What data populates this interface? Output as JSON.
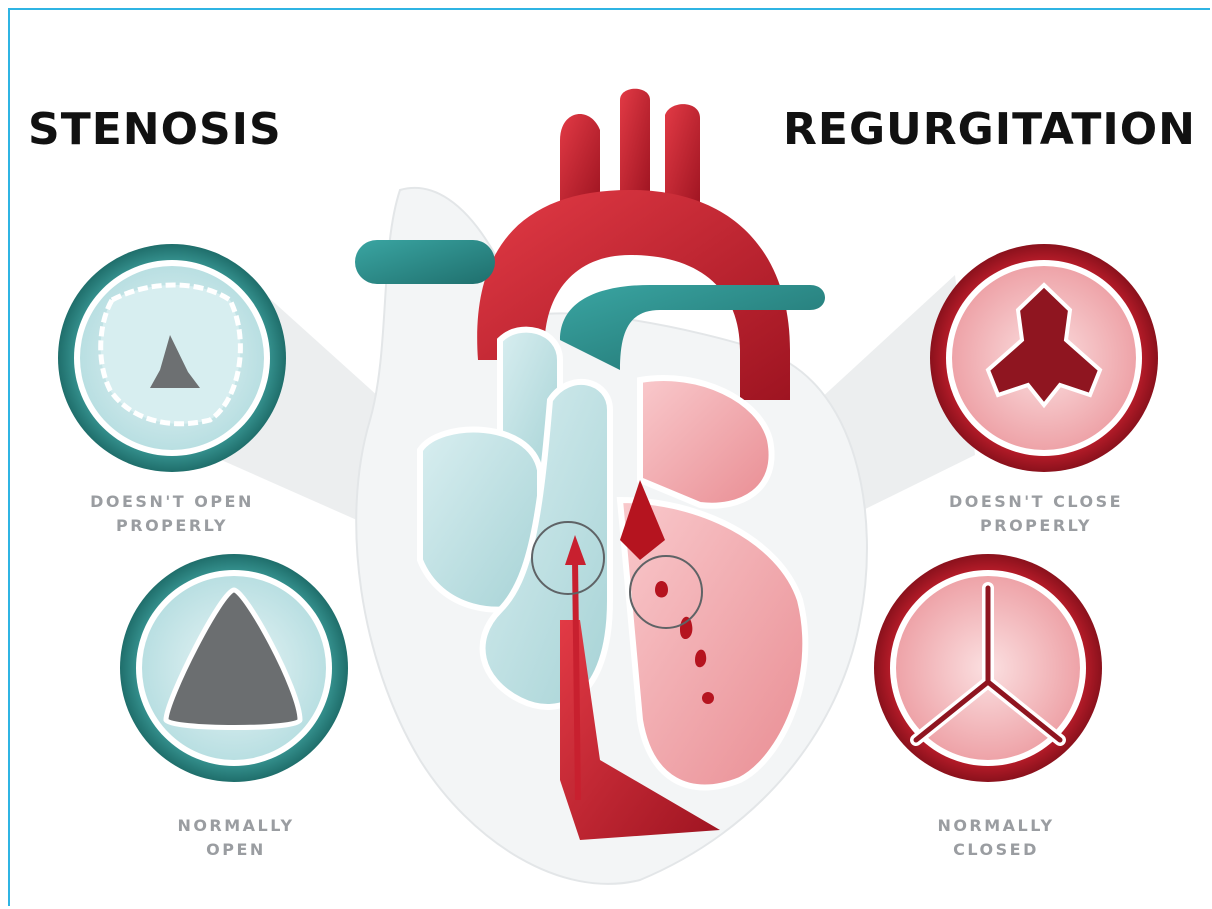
{
  "titles": {
    "left": "STENOSIS",
    "right": "REGURGITATION"
  },
  "captions": {
    "stenosis": {
      "line1": "DOESN'T OPEN",
      "line2": "PROPERLY"
    },
    "normally_open": {
      "line1": "NORMALLY",
      "line2": "OPEN"
    },
    "regurgitation": {
      "line1": "DOESN'T CLOSE",
      "line2": "PROPERLY"
    },
    "normally_closed": {
      "line1": "NORMALLY",
      "line2": "CLOSED"
    }
  },
  "colors": {
    "border": "#2fb4e3",
    "teal": "#2e8f8c",
    "teal_light": "#cfe9ea",
    "red": "#c8202f",
    "red_dark": "#8d1420",
    "pink": "#f2a6ab",
    "valve_gray": "#6b6e70",
    "caption_gray": "#9a9da1"
  },
  "icons": {
    "stenosis_valve": "calcified-valve-icon",
    "open_valve": "open-valve-icon",
    "regurg_valve": "leaky-valve-icon",
    "closed_valve": "closed-valve-icon",
    "flow_arrow": "blood-flow-arrow-icon"
  }
}
